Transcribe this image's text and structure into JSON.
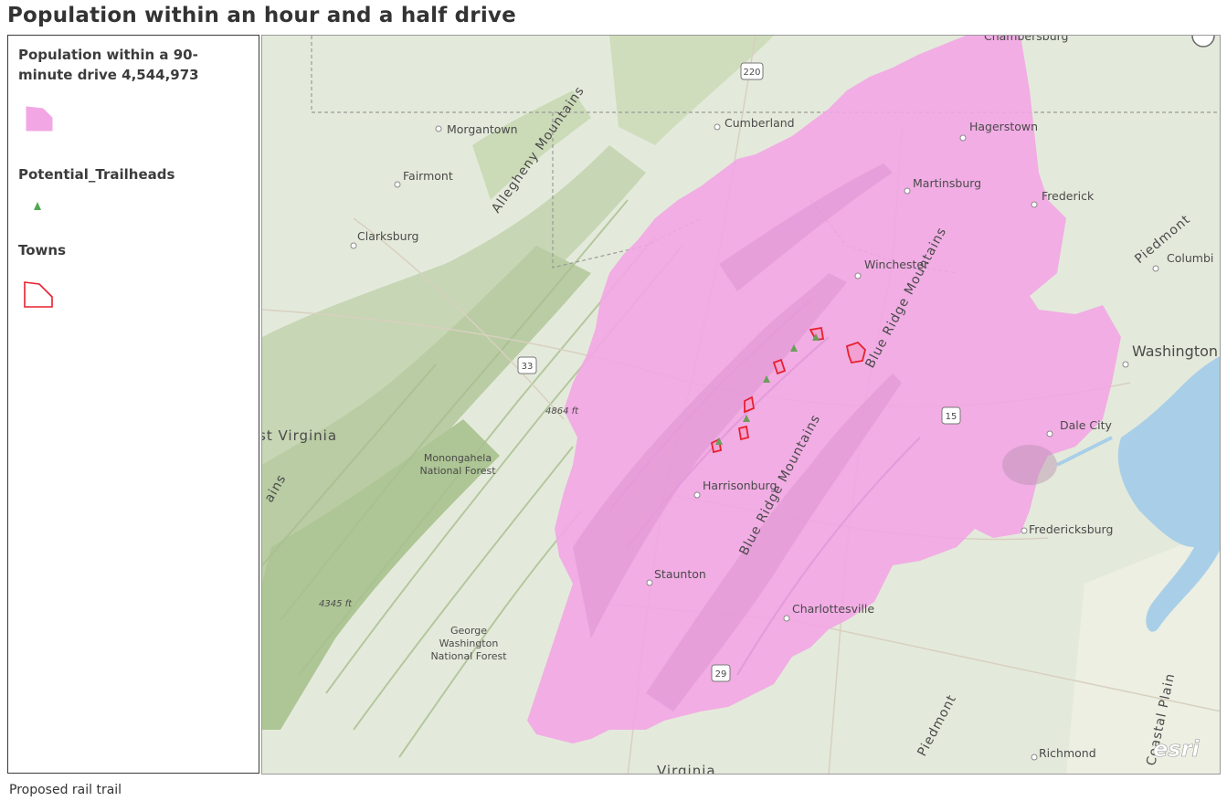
{
  "title": "Population within an hour and a half drive",
  "legend": {
    "population_line1": "Population within a 90-",
    "population_line2": "minute drive 4,544,973",
    "population_color": "#f2a6e4",
    "trailheads": "Potential_Trailheads",
    "trailheads_color": "#4fa84f",
    "towns": "Towns",
    "towns_color": "#e8202f"
  },
  "caption": "Proposed rail trail",
  "map": {
    "cities": {
      "chambersburg": "Chambersburg",
      "morgantown": "Morgantown",
      "cumberland": "Cumberland",
      "hagerstown": "Hagerstown",
      "fairmont": "Fairmont",
      "martinsburg": "Martinsburg",
      "frederick": "Frederick",
      "clarksburg": "Clarksburg",
      "winchester": "Winchester",
      "columbia": "Columbi",
      "washington": "Washington",
      "dale_city": "Dale City",
      "harrisonburg": "Harrisonburg",
      "fredericksburg": "Fredericksburg",
      "staunton": "Staunton",
      "charlottesville": "Charlottesville",
      "richmond": "Richmond"
    },
    "regions": {
      "allegheny": "Allegheny Mountains",
      "blue_ridge_1": "Blue Ridge Mountains",
      "blue_ridge_2": "Blue Ridge Mountains",
      "piedmont_1": "Piedmont",
      "piedmont_2": "Piedmont",
      "coastal_plain": "Coastal Plain",
      "west_virginia": "st Virginia",
      "ains": "ains",
      "virginia": "Virginia",
      "monongahela_1": "Monongahela",
      "monongahela_2": "National Forest",
      "gw_1": "George",
      "gw_2": "Washington",
      "gw_3": "National Forest"
    },
    "elevations": {
      "e1": "4864 ft",
      "e2": "4345 ft"
    },
    "shields": {
      "s220": "220",
      "s33": "33",
      "s15": "15",
      "s29": "29"
    },
    "attribution": "esri"
  }
}
